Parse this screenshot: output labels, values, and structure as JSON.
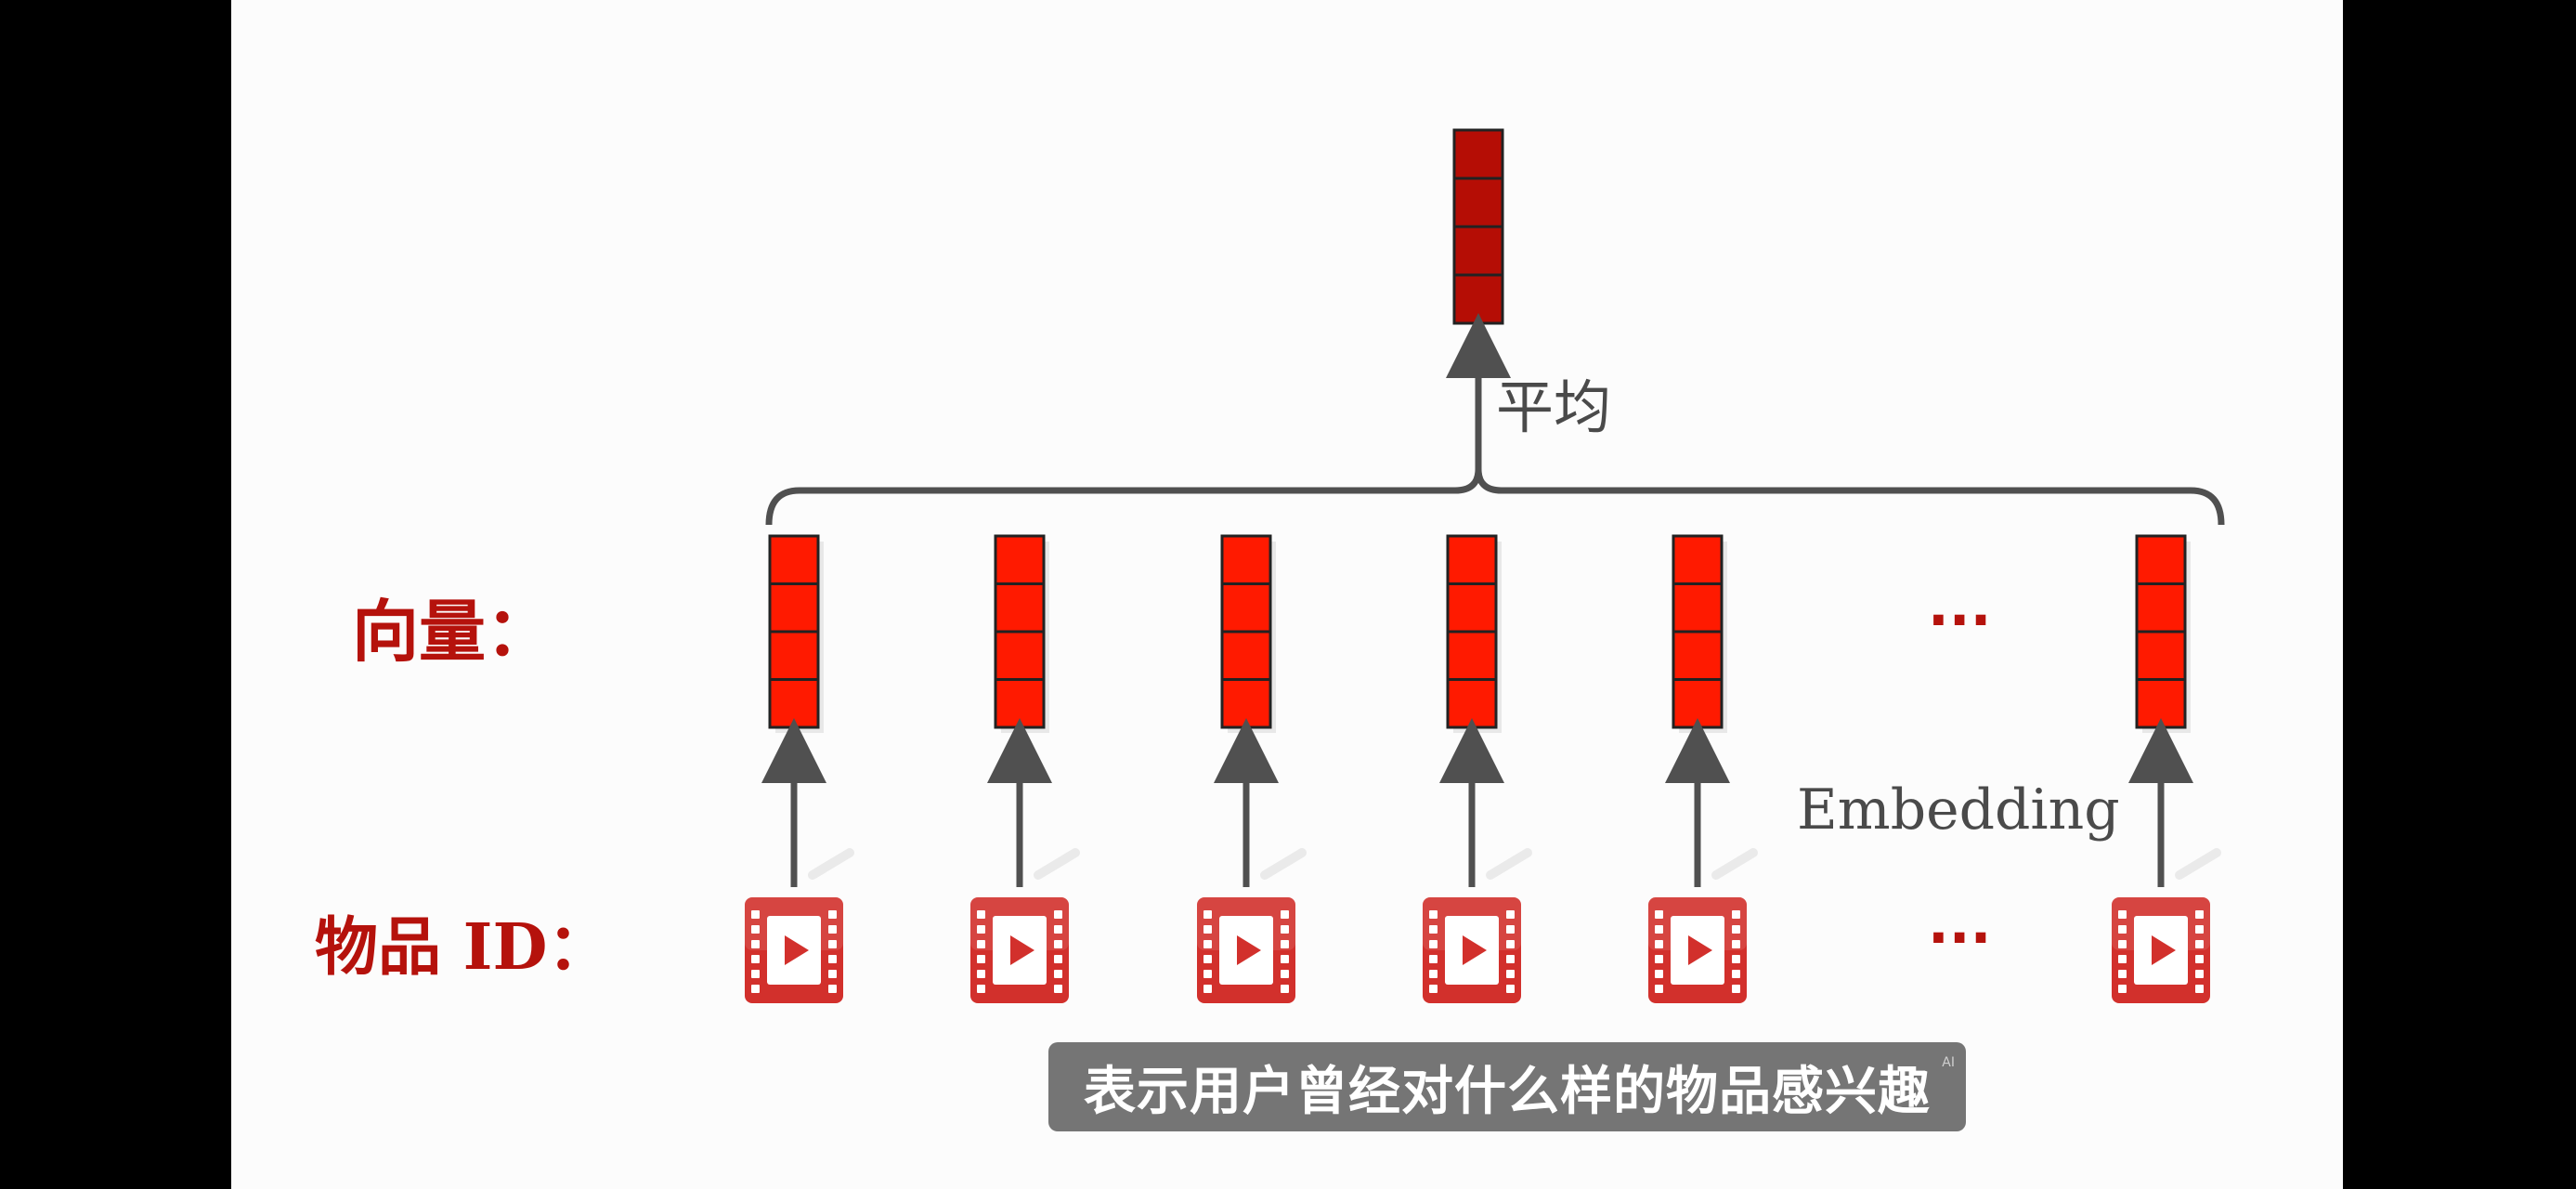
{
  "labels": {
    "vector": "向量：",
    "item_id": "物品 ID：",
    "average": "平均",
    "embedding": "Embedding",
    "ellipsis_vector": "···",
    "ellipsis_item": "···"
  },
  "subtitle": {
    "text": "表示用户曾经对什么样的物品感兴趣",
    "ai_badge": "AI"
  },
  "colors": {
    "vector_fill": "#ff1a00",
    "output_fill": "#b50d05",
    "video_icon": "#d2302c",
    "label_red": "#b5120c",
    "arrow": "#505050"
  },
  "icons": [
    "video-play-icon"
  ]
}
